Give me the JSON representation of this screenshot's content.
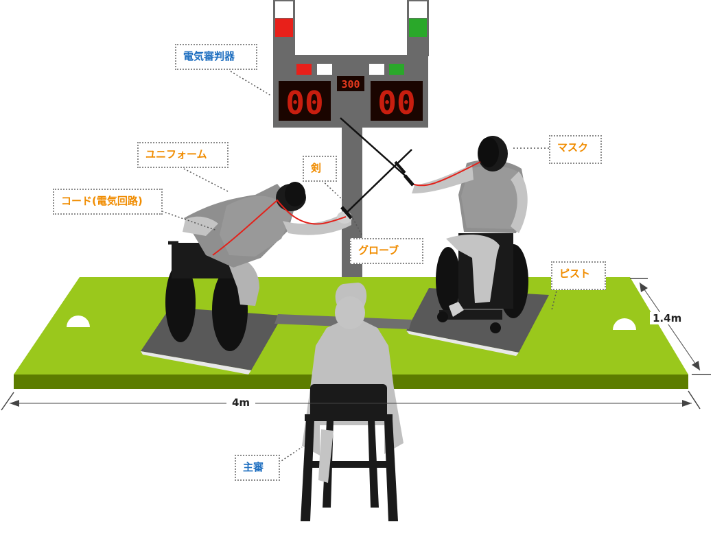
{
  "labels": {
    "scoring_machine": "電気審判器",
    "uniform": "ユニフォーム",
    "cord": "コード(電気回路)",
    "sword": "剣",
    "glove": "グローブ",
    "mask": "マスク",
    "piste": "ピスト",
    "referee": "主審"
  },
  "dimensions": {
    "length": "4m",
    "width": "1.4m"
  },
  "scoreboard": {
    "timer": "300",
    "left_score": "00",
    "right_score": "00"
  },
  "colors": {
    "piste_top": "#9ac81c",
    "piste_side": "#5c7d00",
    "label_blue": "#1f6fc0",
    "label_orange": "#f08c00",
    "left_light": "#e8201a",
    "right_light": "#2aa82a",
    "digits": "#c81e0f"
  }
}
